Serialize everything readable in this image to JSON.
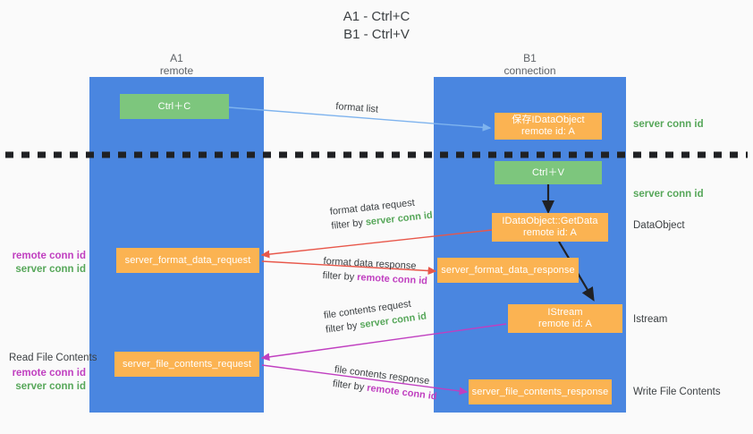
{
  "title": "A1 - Ctrl+C\nB1 - Ctrl+V",
  "columns": [
    {
      "name": "A1",
      "sub": "remote",
      "label": "A1\nremote"
    },
    {
      "name": "B1",
      "sub": "connection",
      "label": "B1\nconnection"
    }
  ],
  "nodes": {
    "ctrl_c": "Ctrl＋C",
    "save_idataobject": "保存IDataObject\nremote id: A",
    "ctrl_v": "Ctrl＋V",
    "getdata": "IDataObject::GetData\nremote id: A",
    "istream": "IStream\nremote id: A",
    "format_data_request": "server_format_data_request",
    "format_data_response": "server_format_data_response",
    "file_contents_request": "server_file_contents_request",
    "file_contents_response": "server_file_contents_response"
  },
  "right_labels": {
    "server_conn_id_1": "server conn id",
    "server_conn_id_2": "server conn id",
    "dataobject": "DataObject",
    "istream": "Istream",
    "write_file_contents": "Write File Contents"
  },
  "left_labels": {
    "format_remote": "remote conn id",
    "format_server": "server conn id",
    "read_file_contents": "Read File Contents",
    "file_remote": "remote conn id",
    "file_server": "server conn id"
  },
  "edges": {
    "format_list": "format list",
    "format_data_request": "format data request",
    "format_data_request_filter_prefix": "filter by ",
    "format_data_request_filter_value": "server conn id",
    "format_data_response": "format data response",
    "format_data_response_filter_prefix": "filter by ",
    "format_data_response_filter_value": "remote conn id",
    "file_contents_request": "file contents request",
    "file_contents_request_filter_prefix": "filter by ",
    "file_contents_request_filter_value": "server conn id",
    "file_contents_response": "file contents response",
    "file_contents_response_filter_prefix": "filter by ",
    "file_contents_response_filter_value": "remote conn id"
  },
  "colors": {
    "panel": "#4a86e0",
    "node_orange": "#fbb352",
    "node_green": "#7dc67d",
    "green_text": "#57a75a",
    "purple_text": "#c03fc0",
    "arrow_lightblue": "#7eb3ee",
    "arrow_red": "#e8574a",
    "arrow_magenta": "#c03fc0",
    "arrow_black": "#202124",
    "background": "#fafafa"
  }
}
